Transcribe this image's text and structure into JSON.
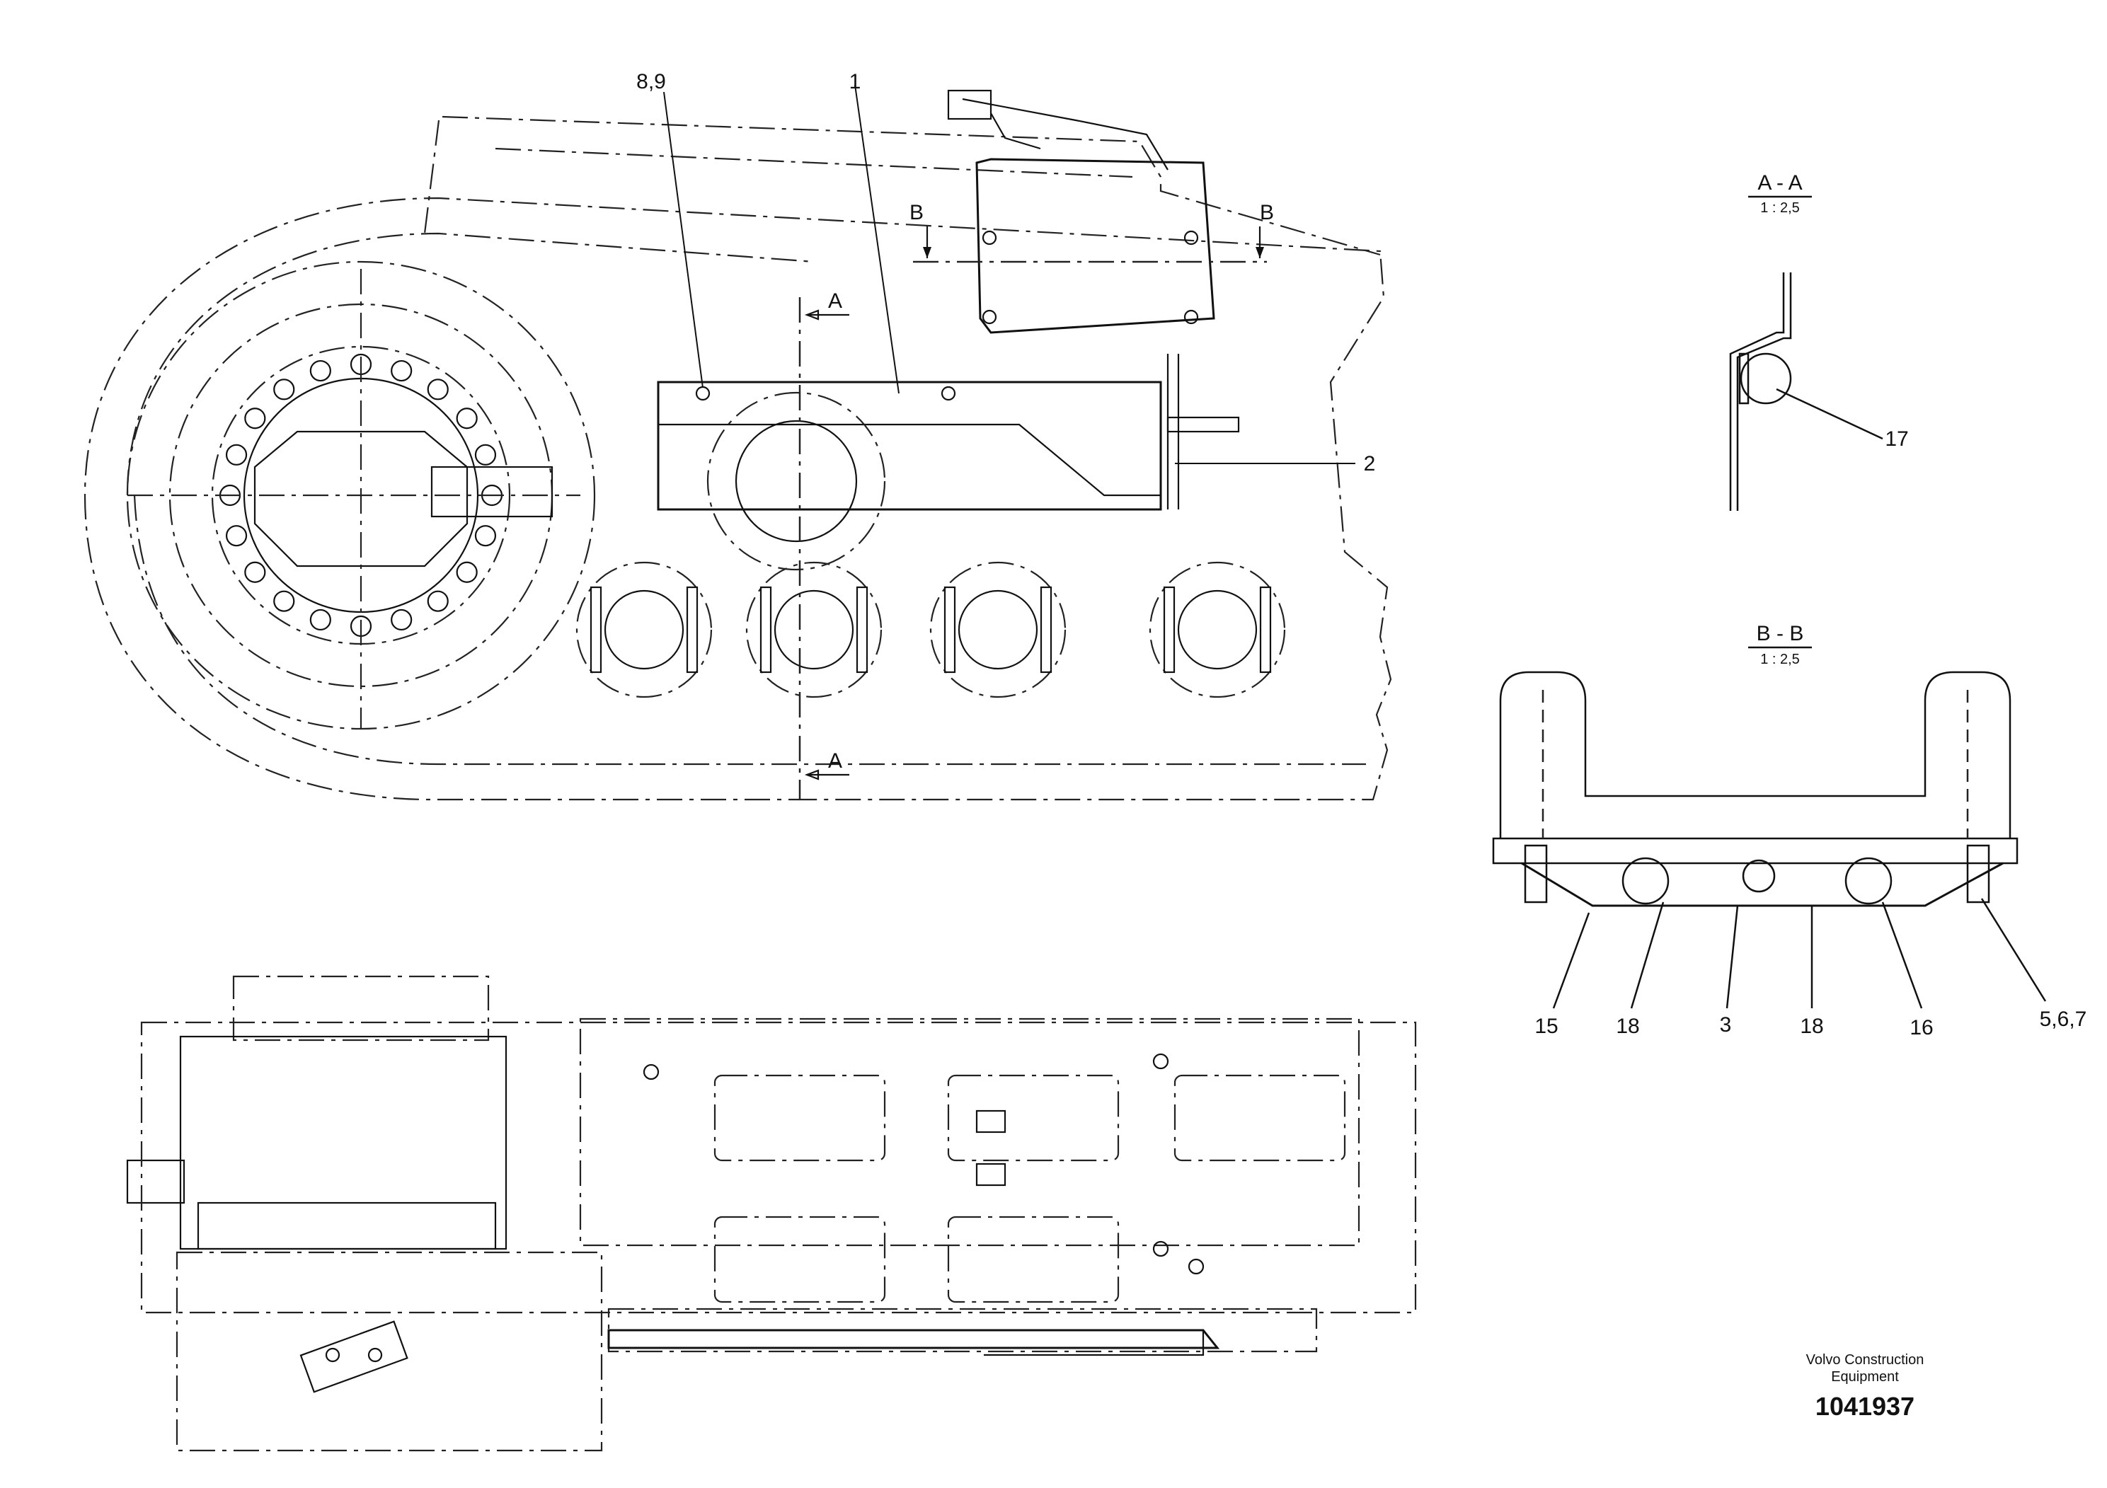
{
  "drawing": {
    "callouts": {
      "c89": "8,9",
      "c1": "1",
      "c2": "2",
      "c17": "17",
      "c15": "15",
      "c18a": "18",
      "c3": "3",
      "c18b": "18",
      "c16": "16",
      "c567": "5,6,7"
    },
    "section_marks": {
      "a_top": "A",
      "a_bottom": "A",
      "b_left": "B",
      "b_right": "B"
    },
    "sections": {
      "aa_title": "A - A",
      "aa_scale": "1 : 2,5",
      "bb_title": "B - B",
      "bb_scale": "1 : 2,5"
    }
  },
  "title_block": {
    "company_line1": "Volvo Construction",
    "company_line2": "Equipment",
    "drawing_number": "1041937"
  }
}
